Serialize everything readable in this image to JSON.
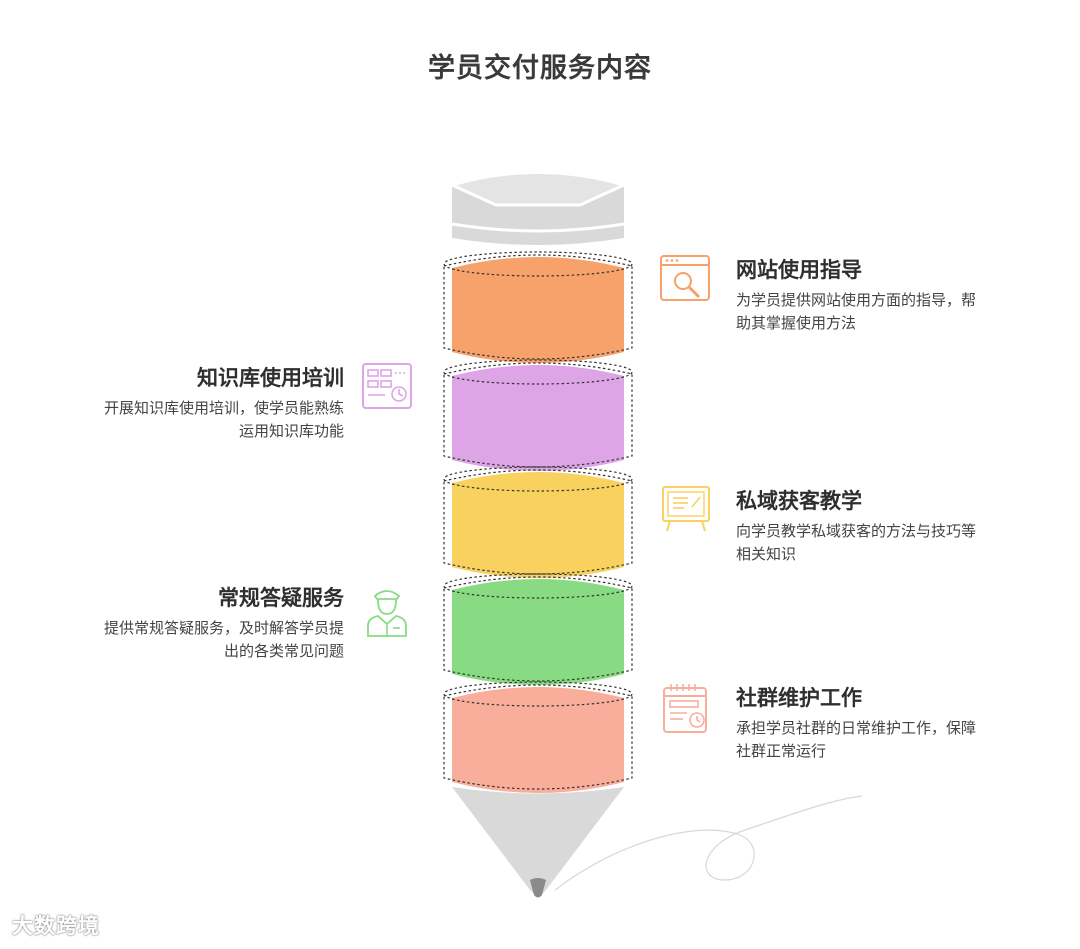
{
  "title": "学员交付服务内容",
  "items": [
    {
      "heading": "网站使用指导",
      "desc_lines": [
        "为学员提供网站使用方面的指导，帮",
        "助其掌握使用方法"
      ],
      "color": "#f7a26b",
      "icon": "web-search-icon",
      "side": "right"
    },
    {
      "heading": "知识库使用培训",
      "desc_lines": [
        "开展知识库使用培训，使学员能熟练",
        "运用知识库功能"
      ],
      "color": "#dda4e6",
      "icon": "dashboard-icon",
      "side": "left"
    },
    {
      "heading": "私域获客教学",
      "desc_lines": [
        "向学员教学私域获客的方法与技巧等",
        "相关知识"
      ],
      "color": "#f8d15f",
      "icon": "blackboard-icon",
      "side": "right"
    },
    {
      "heading": "常规答疑服务",
      "desc_lines": [
        "提供常规答疑服务，及时解答学员提",
        "出的各类常见问题"
      ],
      "color": "#88db83",
      "icon": "service-staff-icon",
      "side": "left"
    },
    {
      "heading": "社群维护工作",
      "desc_lines": [
        "承担学员社群的日常维护工作，保障",
        "社群正常运行"
      ],
      "color": "#f9ae9c",
      "icon": "calendar-clock-icon",
      "side": "right"
    }
  ],
  "pencil_color": "#d9d9d9",
  "watermark": "大数跨境"
}
